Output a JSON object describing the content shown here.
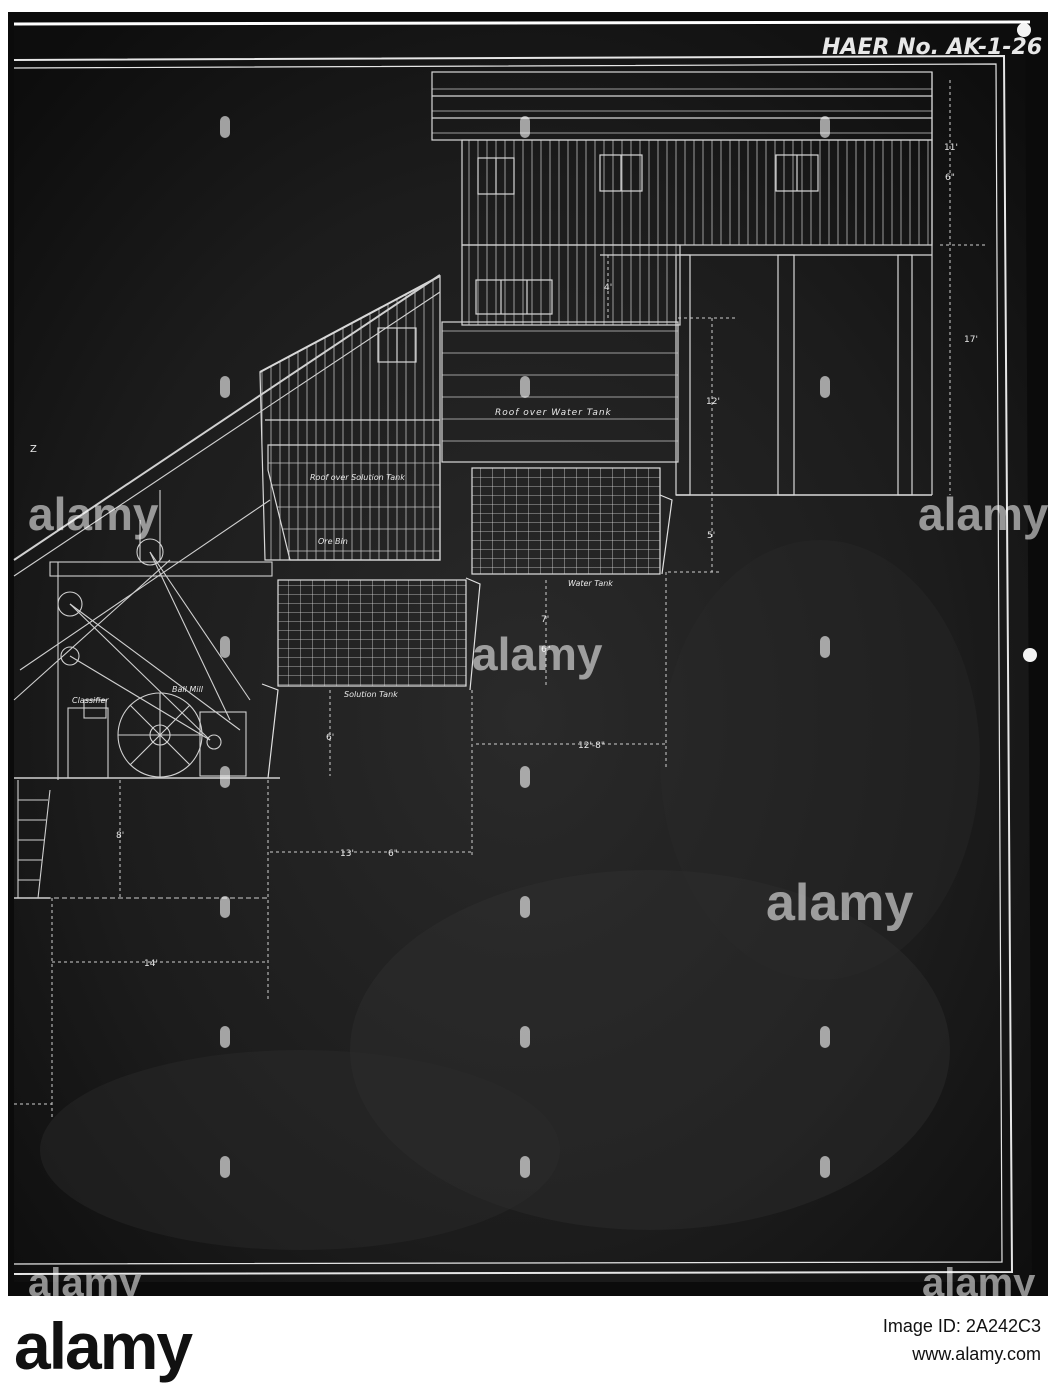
{
  "drawing": {
    "record_number": "HAER No. AK-1-26",
    "labels": {
      "roof_over_water_tank": "Roof over Water Tank",
      "roof_over_solution_tank": "Roof over Solution Tank",
      "ore_bin": "Ore Bin",
      "water_tank": "Water Tank",
      "solution_tank": "Solution Tank",
      "classifier": "Classifier",
      "ball_mill": "Ball Mill"
    },
    "dimensions": {
      "d11": "11'",
      "d6a": "6\"",
      "d17": "17'",
      "d4": "4'",
      "d12": "12'",
      "d5": "5'",
      "d7": "7'",
      "d6b": "6\"",
      "d6c": "6'",
      "d12_8": "12'-8\"",
      "d8": "8'",
      "d13": "13'",
      "d6d": "6\"",
      "d14": "14'",
      "z": "Z"
    }
  },
  "watermark": {
    "text": "alamy"
  },
  "footer": {
    "brand": "alamy",
    "image_id": "Image ID: 2A242C3",
    "url": "www.alamy.com"
  }
}
